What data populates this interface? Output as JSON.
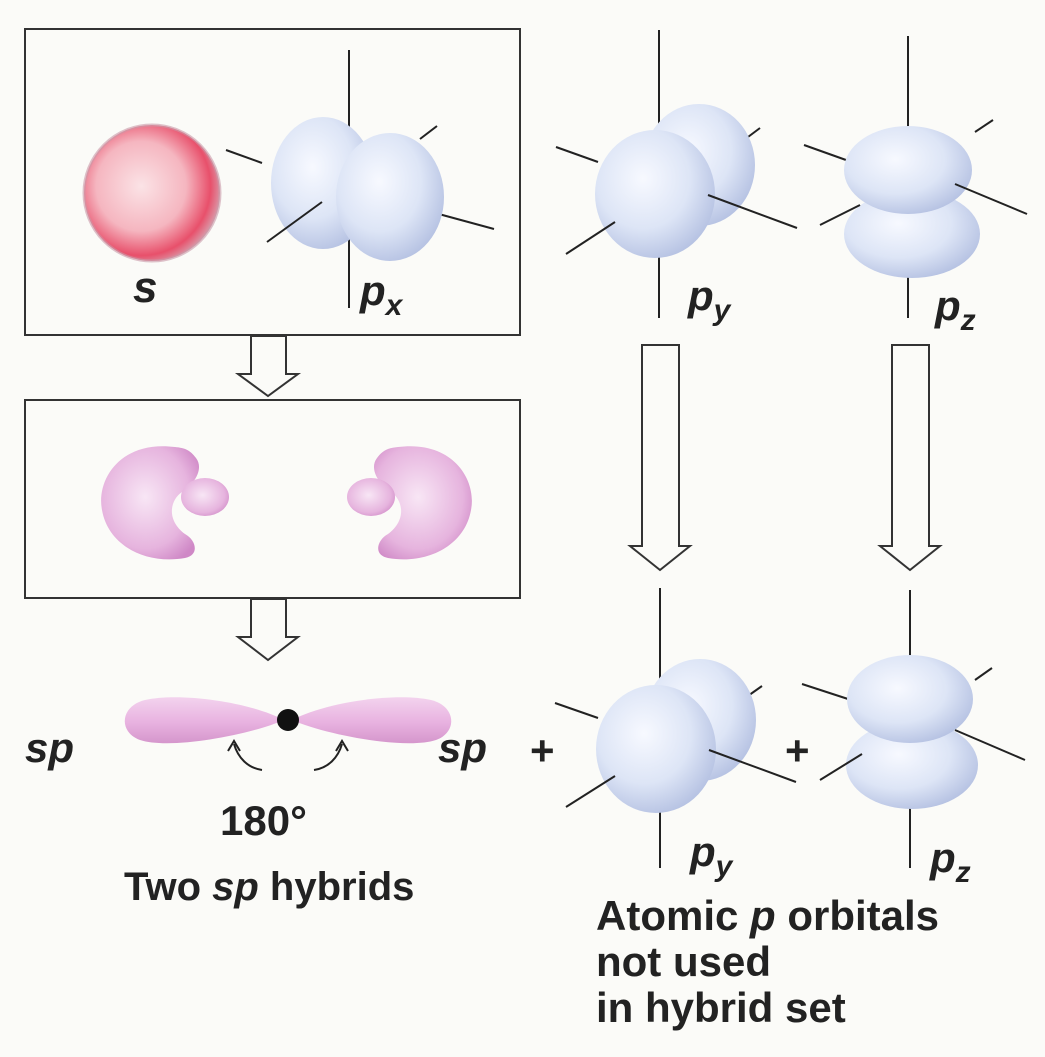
{
  "orbital_labels": {
    "s": "s",
    "px_base": "p",
    "px_sub": "x",
    "py_base": "p",
    "py_sub": "y",
    "pz_base": "p",
    "pz_sub": "z"
  },
  "hybrid": {
    "left_label": "sp",
    "right_label": "sp",
    "angle_label": "180°",
    "caption_pre": "Two ",
    "caption_sp": "sp",
    "caption_post": " hybrids"
  },
  "plus_signs": [
    "+",
    "+"
  ],
  "unused": {
    "py_base": "p",
    "py_sub": "y",
    "pz_base": "p",
    "pz_sub": "z",
    "caption_line1_pre": "Atomic ",
    "caption_line1_p": "p",
    "caption_line1_post": " orbitals",
    "caption_line2": "not used",
    "caption_line3": "in hybrid set"
  },
  "colors": {
    "s_orbital": "#e8506b",
    "p_orbital": "#d9e2f4",
    "hybrid_lobe": "#e6a8dc",
    "box_border": "#333333",
    "nucleus": "#111111"
  }
}
